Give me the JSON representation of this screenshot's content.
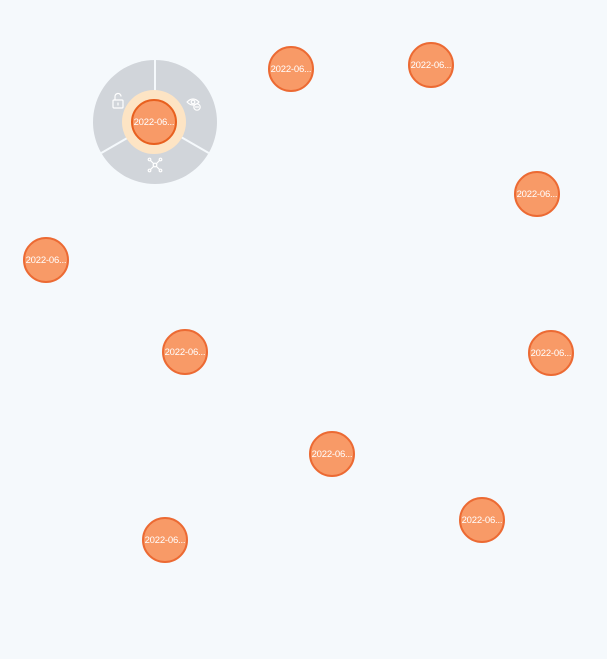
{
  "graph": {
    "nodes": [
      {
        "id": "n1",
        "label": "2022-06..."
      },
      {
        "id": "n2",
        "label": "2022-06..."
      },
      {
        "id": "n3",
        "label": "2022-06..."
      },
      {
        "id": "n4",
        "label": "2022-06..."
      },
      {
        "id": "n5",
        "label": "2022-06..."
      },
      {
        "id": "n6",
        "label": "2022-06..."
      },
      {
        "id": "n7",
        "label": "2022-06..."
      },
      {
        "id": "n8",
        "label": "2022-06..."
      },
      {
        "id": "n9",
        "label": "2022-06..."
      },
      {
        "id": "n10",
        "label": "2022-06..."
      }
    ],
    "selected": {
      "label": "2022-06..."
    }
  },
  "radial_menu": {
    "items": [
      {
        "icon": "unlock-icon"
      },
      {
        "icon": "eye-hide-icon"
      },
      {
        "icon": "network-expand-icon"
      }
    ]
  },
  "colors": {
    "background": "#f5f9fc",
    "node_fill": "#f89a67",
    "node_border": "#ec6a33",
    "menu_fill": "#d1d5da",
    "halo": "#fde4c4"
  }
}
